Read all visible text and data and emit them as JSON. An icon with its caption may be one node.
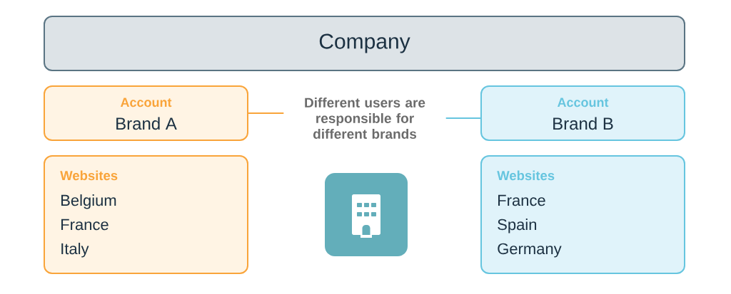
{
  "diagram": {
    "nodes": [
      {
        "text": [
          "Company"
        ]
      },
      {
        "text": [
          "Account",
          "Brand A"
        ]
      },
      {
        "text": [
          "Different users are responsible for different brands"
        ]
      },
      {
        "text": [
          "Account",
          "Brand B"
        ]
      },
      {
        "text": [
          "Websites",
          "Belgium",
          "France",
          "Italy"
        ]
      },
      {
        "text": [
          "Websites",
          "France",
          "Spain",
          "Germany"
        ]
      }
    ],
    "edges": [
      {
        "from": 1,
        "to": 2,
        "arrow": "none",
        "color": "#f9a43a"
      },
      {
        "from": 2,
        "to": 3,
        "arrow": "none",
        "color": "#66c5df"
      }
    ]
  }
}
